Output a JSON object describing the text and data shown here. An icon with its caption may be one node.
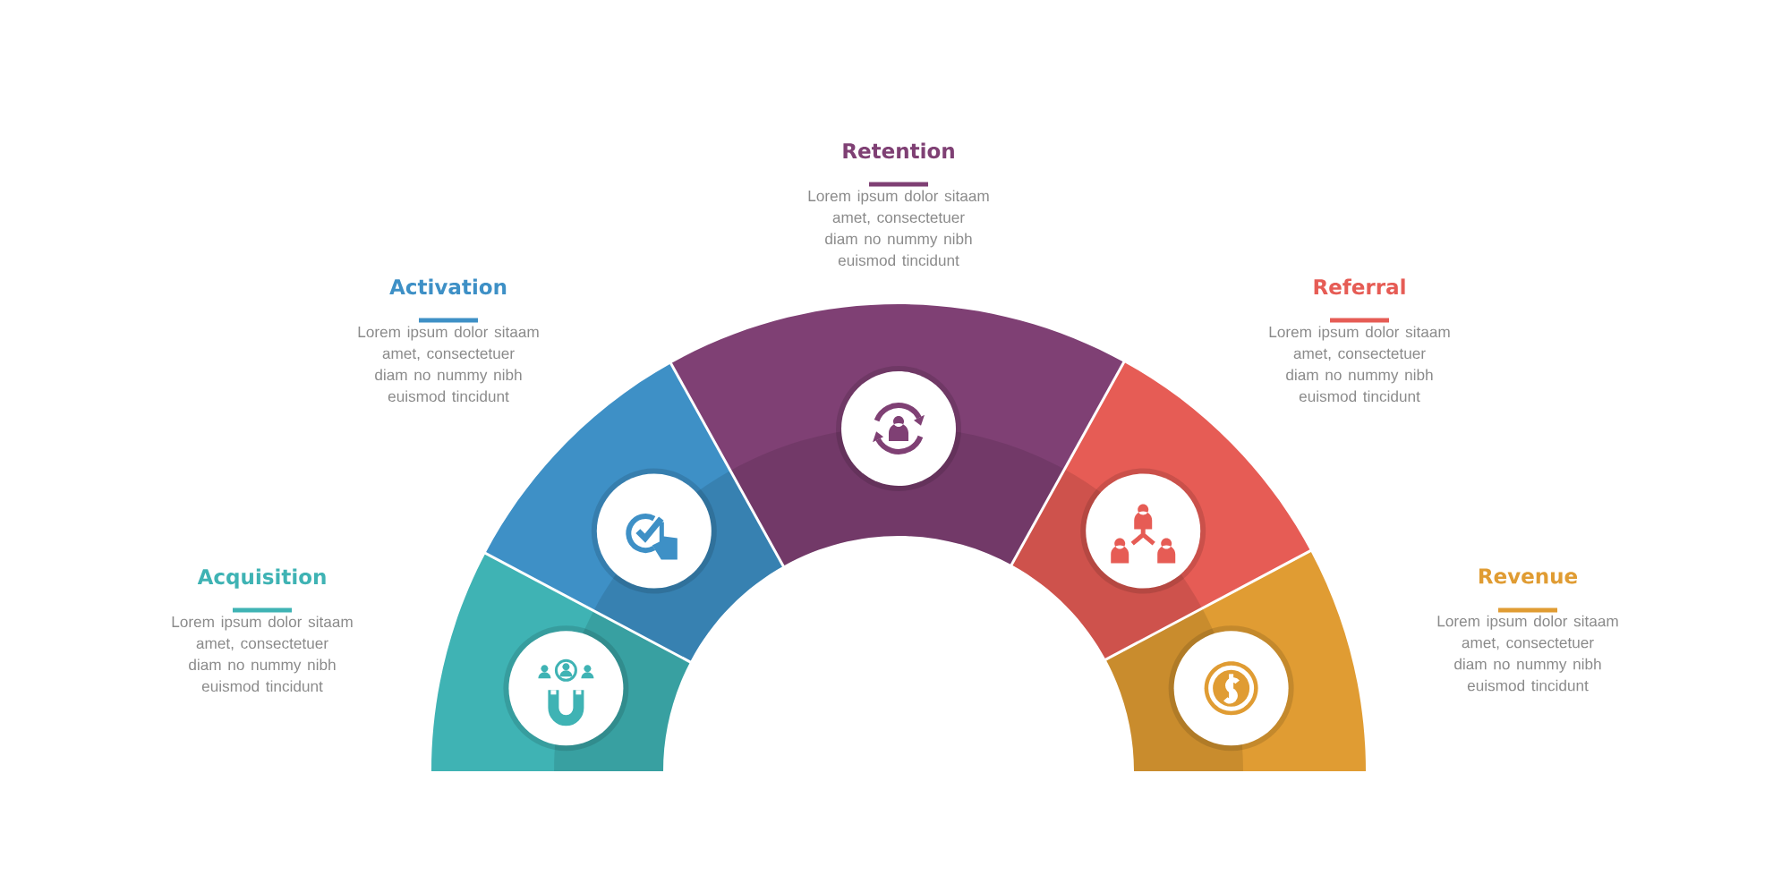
{
  "diagram": {
    "nodes": [
      {
        "text": [
          "Acquisition",
          "Lorem ipsum dolor sitaam amet, consectetuer diam no nummy nibh euismod tincidunt"
        ]
      },
      {
        "text": [
          "Activation",
          "Lorem ipsum dolor sitaam amet, consectetuer diam no nummy nibh euismod tincidunt"
        ]
      },
      {
        "text": [
          "Retention",
          "Lorem ipsum dolor sitaam amet, consectetuer diam no nummy nibh euismod tincidunt"
        ]
      },
      {
        "text": [
          "Referral",
          "Lorem ipsum dolor sitaam amet, consectetuer diam no nummy nibh euismod tincidunt"
        ]
      },
      {
        "text": [
          "Revenue",
          "Lorem ipsum dolor sitaam amet, consectetuer diam no nummy nibh euismod tincidunt"
        ]
      }
    ]
  }
}
